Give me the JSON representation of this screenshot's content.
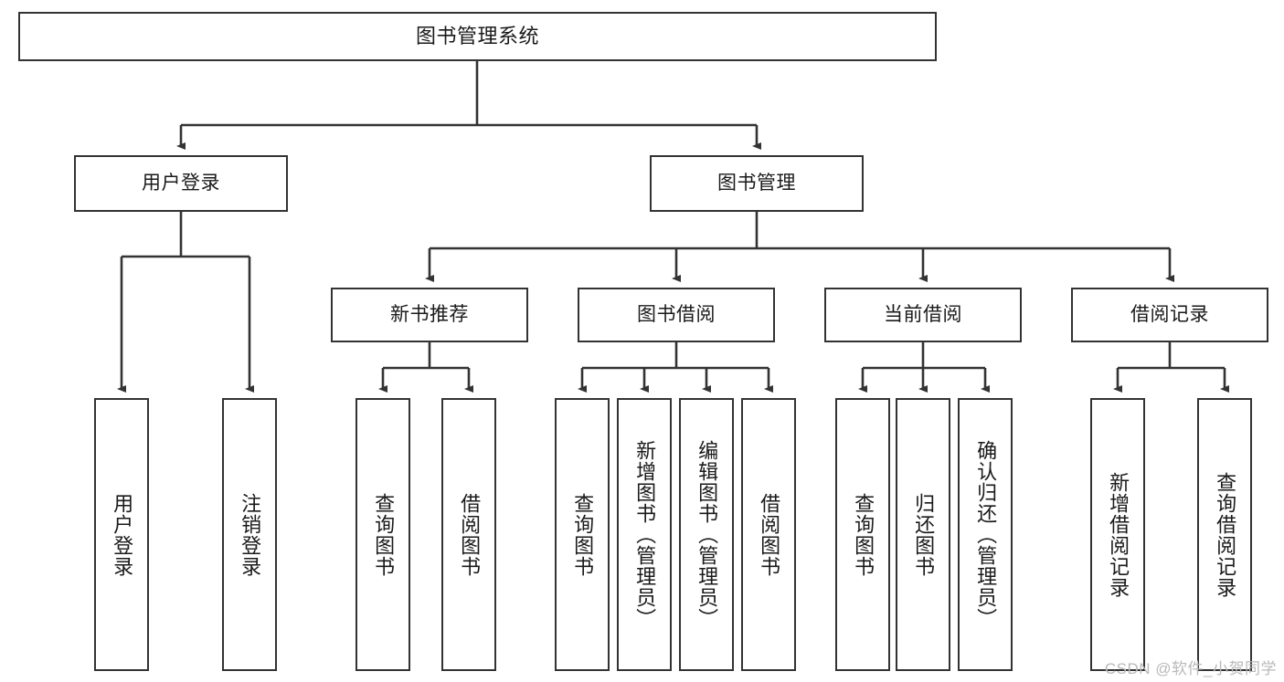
{
  "diagram": {
    "type": "tree-hierarchy",
    "title": "图书管理系统",
    "watermark": "CSDN @软件_小贺同学",
    "colors": {
      "background": "#ffffff",
      "box_border": "#333333",
      "box_fill": "#ffffff",
      "connector": "#333333",
      "text": "#1a1a1a",
      "watermark": "#b9b9b9"
    },
    "levels": {
      "root": {
        "label": "图书管理系统"
      },
      "level2": [
        {
          "label": "用户登录"
        },
        {
          "label": "图书管理"
        }
      ],
      "level3": [
        {
          "label": "新书推荐",
          "parent": "图书管理"
        },
        {
          "label": "图书借阅",
          "parent": "图书管理"
        },
        {
          "label": "当前借阅",
          "parent": "图书管理"
        },
        {
          "label": "借阅记录",
          "parent": "图书管理"
        }
      ],
      "leaves": [
        {
          "label": "用户登录",
          "parent": "用户登录"
        },
        {
          "label": "注销登录",
          "parent": "用户登录"
        },
        {
          "label": "查询图书",
          "parent": "新书推荐"
        },
        {
          "label": "借阅图书",
          "parent": "新书推荐"
        },
        {
          "label": "查询图书",
          "parent": "图书借阅"
        },
        {
          "label": "新增图书（管理员）",
          "parent": "图书借阅"
        },
        {
          "label": "编辑图书（管理员）",
          "parent": "图书借阅"
        },
        {
          "label": "借阅图书",
          "parent": "图书借阅"
        },
        {
          "label": "查询图书",
          "parent": "当前借阅"
        },
        {
          "label": "归还图书",
          "parent": "当前借阅"
        },
        {
          "label": "确认归还（管理员）",
          "parent": "当前借阅"
        },
        {
          "label": "新增借阅记录",
          "parent": "借阅记录"
        },
        {
          "label": "查询借阅记录",
          "parent": "借阅记录"
        }
      ]
    }
  }
}
